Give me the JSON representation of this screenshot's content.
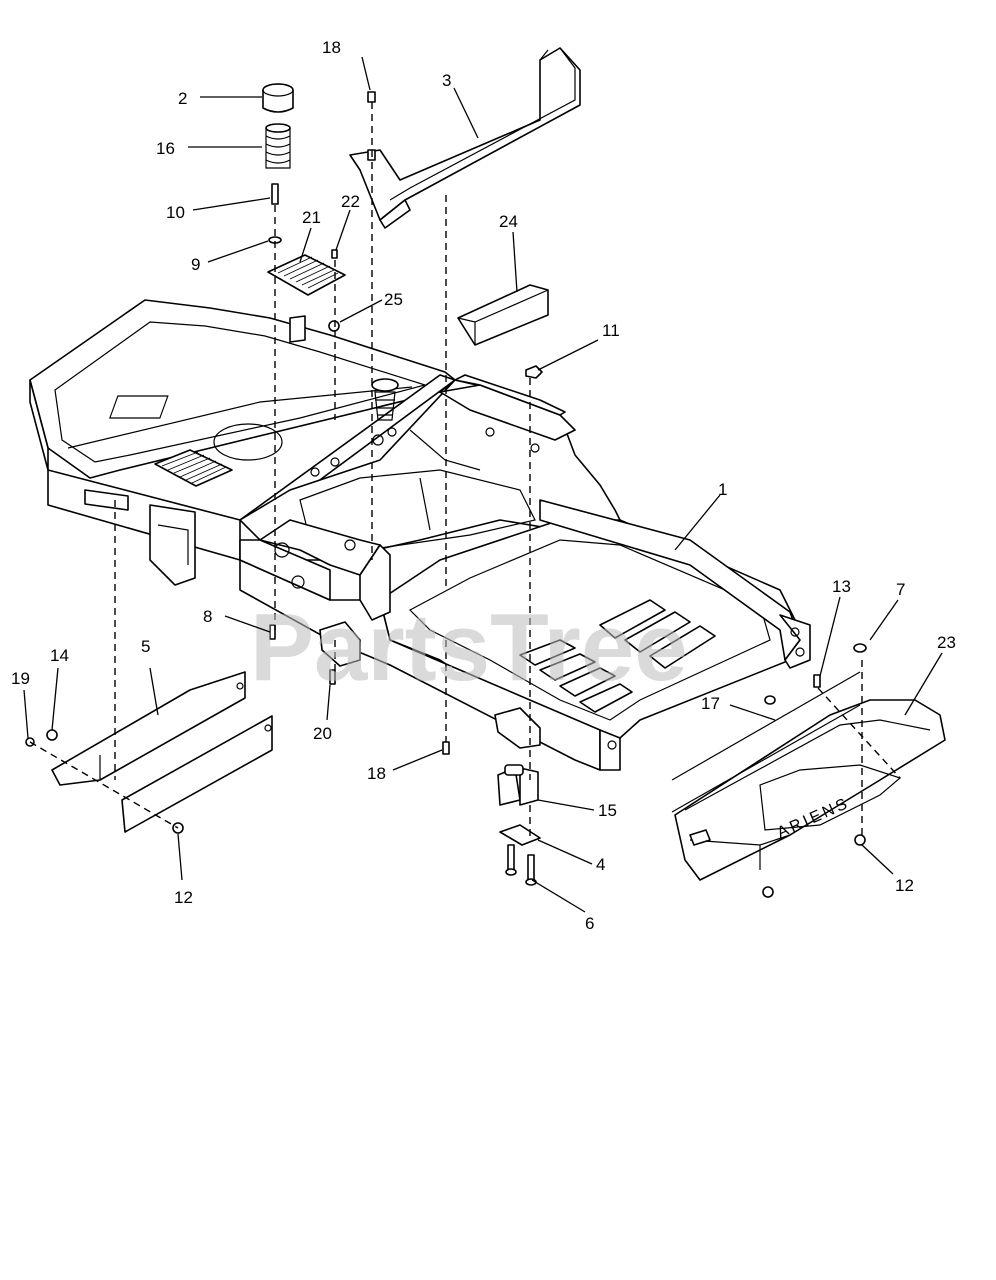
{
  "watermark": "PartsTree",
  "brand_text": "ARIENS",
  "callouts": [
    "1",
    "2",
    "3",
    "4",
    "5",
    "6",
    "7",
    "8",
    "9",
    "10",
    "11",
    "12",
    "12",
    "13",
    "14",
    "15",
    "16",
    "17",
    "18",
    "18",
    "19",
    "20",
    "21",
    "22",
    "23",
    "24",
    "25"
  ]
}
